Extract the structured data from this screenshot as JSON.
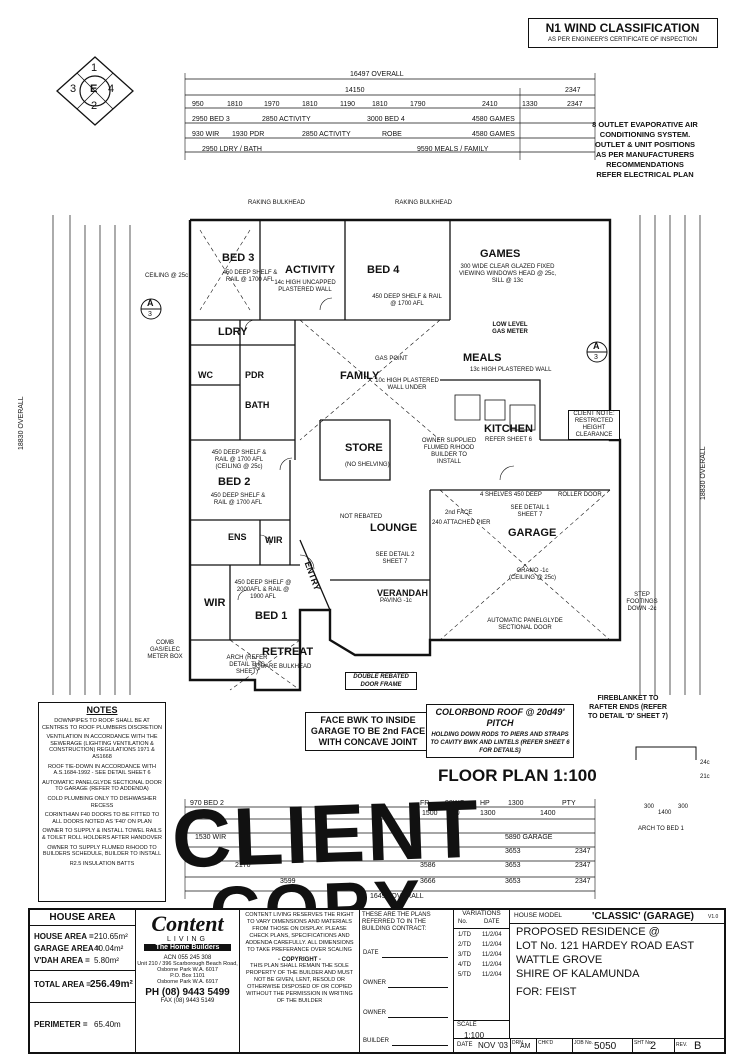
{
  "header": {
    "wind_title": "N1 WIND CLASSIFICATION",
    "wind_sub": "AS PER ENGINEER'S CERTIFICATE OF INSPECTION"
  },
  "compass": {
    "n1": "1",
    "n2": "2",
    "n3": "3",
    "n4": "4",
    "center": "E"
  },
  "overall": {
    "top_overall": "16497 OVERALL",
    "top_14150": "14150",
    "top_2347": "2347",
    "left_overall": "18830 OVERALL",
    "right_overall": "18830 OVERALL",
    "bottom_overall": "16497 OVERALL"
  },
  "top_dims": {
    "row1": [
      "950",
      "1810",
      "1970",
      "1810",
      "1190",
      "1810",
      "1790",
      "2410",
      "1330",
      "2347"
    ],
    "row2": [
      "2950 BED 3",
      "2850 ACTIVITY",
      "3000 BED 4",
      "4580 GAMES"
    ],
    "row3": [
      "930 WIR",
      "1930 PDR",
      "2850 ACTIVITY",
      "ROBE",
      "4580 GAMES"
    ],
    "row4": [
      "2950 LDRY / BATH",
      "9590 MEALS / FAMILY"
    ]
  },
  "aircon_note": [
    "8 OUTLET EVAPORATIVE AIR",
    "CONDITIONING SYSTEM.",
    "OUTLET & UNIT POSITIONS",
    "AS PER MANUFACTURERS",
    "RECOMMENDATIONS",
    "REFER ELECTRICAL PLAN"
  ],
  "rooms": {
    "bed3": "BED 3",
    "activity": "ACTIVITY",
    "bed4": "BED 4",
    "games": "GAMES",
    "ldry": "LDRY",
    "pdr": "PDR",
    "wc": "WC",
    "bath": "BATH",
    "family": "FAMILY",
    "meals": "MEALS",
    "kitchen": "KITCHEN",
    "store": "STORE",
    "bed2": "BED 2",
    "ens": "ENS",
    "wir": "WIR",
    "wir2": "WIR",
    "entry": "ENTRY",
    "lounge": "LOUNGE",
    "garage": "GARAGE",
    "verandah": "VERANDAH",
    "bed1": "BED 1",
    "retreat": "RETREAT"
  },
  "room_notes": {
    "raking_bulkhead_top": "RAKING BULKHEAD",
    "raking_bulkhead_top2": "RAKING BULKHEAD",
    "activity_note": "14c HIGH UNCAPPED PLASTERED WALL",
    "games_note": "300 WIDE CLEAR GLAZED FIXED VIEWING WINDOWS HEAD @ 25c, SILL @ 13c",
    "bed4_shelf": "450 DEEP SHELF & RAIL @ 1700 AFL",
    "bed3_shelf": "450 DEEP SHELF & RAIL @ 1700 AFL",
    "ceiling_25": "CEILING @ 25c",
    "family_note": "10c HIGH PLASTERED WALL UNDER",
    "meals_note": "13c HIGH PLASTERED WALL",
    "gas_point": "GAS POINT",
    "low_level": "LOW LEVEL GAS METER",
    "kitchen_ref": "REFER SHEET 6",
    "store_note": "(NO SHELVING)",
    "owner_supplied": "OWNER SUPPLIED FLUMED R/HOOD BUILDER TO INSTALL",
    "client_note": "CLIENT NOTE: RESTRICTED HEIGHT CLEARANCE",
    "bed2_shelf1": "450 DEEP SHELF & RAIL @ 1700 AFL (CEILING @ 25c)",
    "bed2_shelf2": "450 DEEP SHELF & RAIL @ 1700 AFL",
    "shelves": "4 SHELVES 450 DEEP",
    "roller_door": "ROLLER DOOR",
    "attached_pier": "240 ATTACHED PIER",
    "second_face": "2nd FACE",
    "see_detail1": "SEE DETAIL 1 SHEET 7",
    "see_detail2": "SEE DETAIL 2 SHEET 7",
    "not_rebated": "NOT REBATED",
    "grano": "GRANO -1c (CEILING @ 25c)",
    "paving": "PAVING -1c",
    "panelglyde": "AUTOMATIC PANELGLYDE SECTIONAL DOOR",
    "step_footings": "STEP FOOTINGS DOWN -2c",
    "bed1_shelf": "450 DEEP SHELF @ 2000AFL & RAIL @ 1900 AFL",
    "square_bulkhead": "SQUARE BULKHEAD",
    "arch_note": "ARCH (REFER DETAIL THIS SHEET)",
    "comb_gas": "COMB GAS/ELEC METER BOX",
    "double_door": "DOUBLE REBATED DOOR FRAME",
    "fireblanket": "FIREBLANKET TO RAFTER ENDS (REFER TO DETAIL 'D' SHEET 7)",
    "face_bwk": "FACE BWK TO INSIDE GARAGE TO BE 2nd FACE WITH CONCAVE JOINT",
    "colorbond_title": "COLORBOND ROOF @ 20d49' PITCH",
    "colorbond_sub": "HOLDING DOWN RODS TO PIERS AND STRAPS TO CAVITY BWK AND LINTELS (REFER SHEET 6 FOR DETAILS)"
  },
  "section_marks": {
    "left": "A",
    "left_num": "3",
    "right": "A",
    "right_num": "3"
  },
  "floor_plan_title": "FLOOR PLAN 1:100",
  "notes": {
    "title": "NOTES",
    "items": [
      "DOWNPIPES TO ROOF SHALL BE AT CENTRES TO ROOF PLUMBERS DISCRETION",
      "VENTILATION IN ACCORDANCE WITH THE SEWERAGE (LIGHTING VENTILATION & CONSTRUCTION) REGULATIONS 1971 & AS1668",
      "ROOF TIE-DOWN IN ACCORDANCE WITH A.S.1684-1992 - SEE DETAIL SHEET 6",
      "AUTOMATIC PANELGLYDE SECTIONAL DOOR TO GARAGE (REFER TO ADDENDA)",
      "COLD PLUMBING ONLY TO DISHWASHER RECESS",
      "CORINTHIAN F40 DOORS TO BE FITTED TO ALL DOORS NOTED AS 'F40' ON PLAN",
      "OWNER TO SUPPLY & INSTALL TOWEL RAILS & TOILET ROLL HOLDERS AFTER HANDOVER",
      "OWNER TO SUPPLY FLUMED R/HOOD TO BUILDERS SCHEDULE, BUILDER TO INSTALL",
      "R2.5 INSULATION BATTS"
    ]
  },
  "arch_detail": {
    "label": "ARCH TO BED 1",
    "d1": "300",
    "d2": "1400",
    "d3": "300",
    "h1": "24c",
    "h2": "21c"
  },
  "stamp": {
    "line1": "CLIENT",
    "line2": "COPY"
  },
  "bottom_dims": {
    "row1": [
      "970 BED 2",
      "FR",
      "90WO",
      "HP",
      "1300",
      "1500",
      "750",
      "1300",
      "1400",
      "PTY"
    ],
    "row2": [
      "1530 WIR",
      "5890 GARAGE"
    ],
    "row3": [
      "3653",
      "2347"
    ],
    "row4": [
      "2170",
      "3586",
      "3653",
      "2347"
    ],
    "row5": [
      "3599",
      "3666",
      "3653",
      "2347"
    ]
  },
  "title_block": {
    "house_area_title": "HOUSE AREA",
    "areas": [
      {
        "label": "HOUSE AREA =",
        "value": "210.65m²"
      },
      {
        "label": "GARAGE AREA =",
        "value": "40.04m²"
      },
      {
        "label": "V'DAH AREA =",
        "value": "5.80m²"
      }
    ],
    "total_label": "TOTAL AREA =",
    "total_value": "256.49m²",
    "perimeter_label": "PERIMETER =",
    "perimeter_value": "65.40m",
    "company_logo": "Content",
    "company_living": "LIVING",
    "company_tag": "The Home Builders",
    "acn": "ACN 055 245 308",
    "address1": "Unit 210 / 396 Scarborough Beach Road,",
    "address2": "Osborne Park W.A. 6017",
    "po_box": "P.O. Box 1101",
    "po_box2": "Osborne Park W.A. 6917",
    "phone": "PH (08) 9443 5499",
    "fax": "FAX (08) 9443 5149",
    "copyright_text": "CONTENT LIVING RESERVES THE RIGHT TO VARY DIMENSIONS AND MATERIALS FROM THOSE ON DISPLAY. PLEASE CHECK PLANS, SPECIFICATIONS AND ADDENDA CAREFULLY. ALL DIMENSIONS TO TAKE PREFERANCE OVER SCALING",
    "copyright_head": "- COPYRIGHT -",
    "copyright_body": "THIS PLAN SHALL REMAIN THE SOLE PROPERTY OF THE BUILDER AND MUST NOT BE GIVEN, LENT, RESOLD OR OTHERWISE DISPOSED OF OR COPIED WITHOUT THE PERMISSION IN WRITING OF THE BUILDER",
    "plans_head": "THESE ARE THE PLANS REFERRED TO IN THE BUILDING CONTRACT:",
    "date_label": "DATE",
    "owner_label": "OWNER",
    "owner2_label": "OWNER",
    "builder_label": "BUILDER",
    "variations_title": "VARIATIONS",
    "var_no": "No.",
    "var_date": "DATE",
    "variations": [
      {
        "no": "1/TD",
        "date": "11/2/04"
      },
      {
        "no": "2/TD",
        "date": "11/2/04"
      },
      {
        "no": "3/TD",
        "date": "11/2/04"
      },
      {
        "no": "4/TD",
        "date": "11/2/04"
      },
      {
        "no": "5/TD",
        "date": "11/2/04"
      }
    ],
    "scale_label": "SCALE",
    "scale_value": "1:100",
    "date_label2": "DATE",
    "date_value": "NOV '03",
    "house_model_label": "HOUSE MODEL",
    "house_model_value": "'CLASSIC' (GARAGE)",
    "version": "V1.0",
    "proposed": "PROPOSED RESIDENCE @",
    "lot": "LOT No. 121 HARDEY ROAD EAST",
    "suburb": "WATTLE GROVE",
    "shire": "SHIRE OF KALAMUNDA",
    "for_client": "FOR: FEIST",
    "drn_label": "DRN.",
    "drn_value": "AM",
    "chkd_label": "CHK'D",
    "job_label": "JOB No.",
    "job_value": "5050",
    "sht_label": "SHT No.",
    "sht_value": "2",
    "rev_label": "REV.",
    "rev_value": "B"
  }
}
